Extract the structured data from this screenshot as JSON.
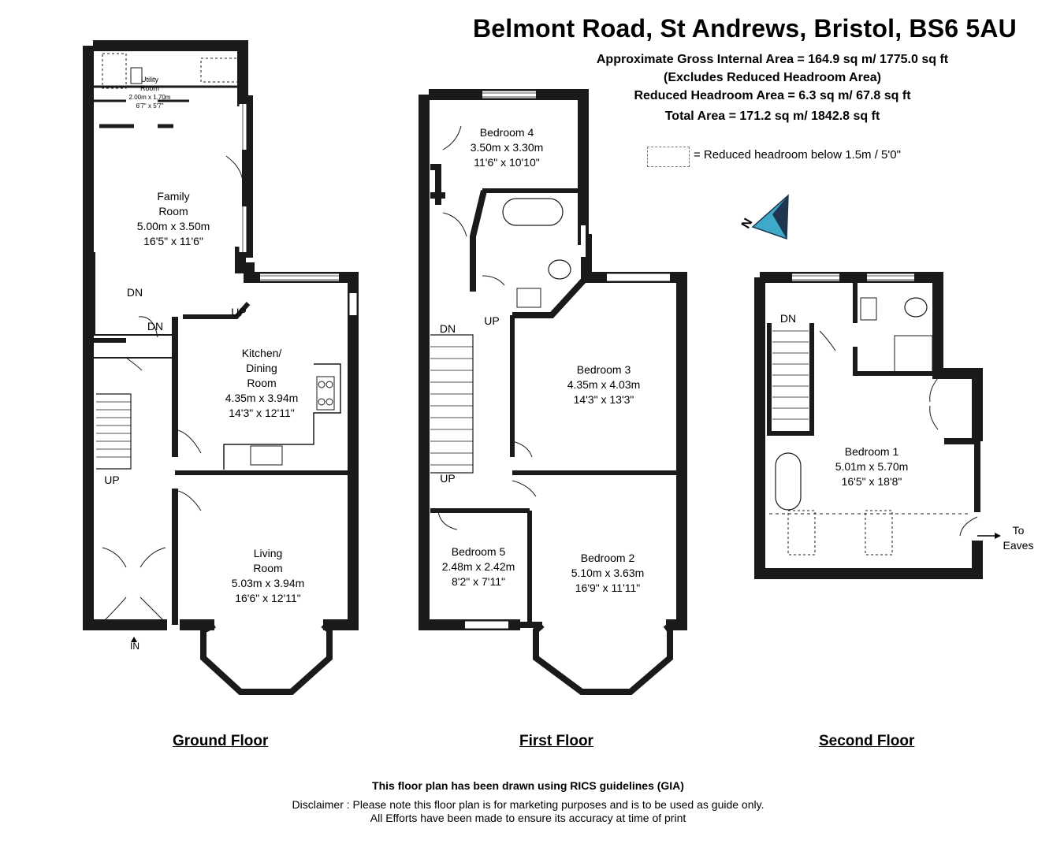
{
  "header": {
    "title": "Belmont Road, St Andrews, Bristol,  BS6 5AU",
    "gross_area": "Approximate Gross Internal Area = 164.9 sq m/ 1775.0 sq ft",
    "excludes": "(Excludes Reduced Headroom Area)",
    "reduced_area": "Reduced Headroom Area = 6.3 sq m/ 67.8 sq ft",
    "total_area": "Total Area = 171.2 sq m/ 1842.8 sq ft",
    "legend": "= Reduced headroom below 1.5m / 5'0\""
  },
  "compass": {
    "label": "N"
  },
  "ground": {
    "title": "Ground Floor",
    "utility": {
      "name1": "Utility",
      "name2": "Room",
      "metric": "2.00m x 1.70m",
      "imperial": "6'7\" x 5'7\""
    },
    "family": {
      "name1": "Family",
      "name2": "Room",
      "metric": "5.00m x 3.50m",
      "imperial": "16'5\" x 11'6\""
    },
    "kitchen": {
      "name1": "Kitchen/",
      "name2": "Dining",
      "name3": "Room",
      "metric": "4.35m x 3.94m",
      "imperial": "14'3\" x 12'11\""
    },
    "living": {
      "name1": "Living",
      "name2": "Room",
      "metric": "5.03m x 3.94m",
      "imperial": "16'6\" x 12'11\""
    },
    "labels": {
      "dn1": "DN",
      "dn2": "DN",
      "up1": "UP",
      "up2": "UP",
      "entry": "IN"
    }
  },
  "first": {
    "title": "First Floor",
    "bed4": {
      "name": "Bedroom 4",
      "metric": "3.50m x 3.30m",
      "imperial": "11'6\" x 10'10\""
    },
    "bed3": {
      "name": "Bedroom 3",
      "metric": "4.35m x 4.03m",
      "imperial": "14'3\" x 13'3\""
    },
    "bed5": {
      "name": "Bedroom 5",
      "metric": "2.48m x 2.42m",
      "imperial": "8'2\" x 7'11\""
    },
    "bed2": {
      "name": "Bedroom 2",
      "metric": "5.10m x 3.63m",
      "imperial": "16'9\" x 11'11\""
    },
    "labels": {
      "dn": "DN",
      "up1": "UP",
      "up2": "UP"
    }
  },
  "second": {
    "title": "Second Floor",
    "bed1": {
      "name": "Bedroom 1",
      "metric": "5.01m x 5.70m",
      "imperial": "16'5\" x 18'8\""
    },
    "labels": {
      "dn": "DN",
      "eaves1": "To",
      "eaves2": "Eaves"
    }
  },
  "footer": {
    "rics": "This floor plan has been drawn using RICS guidelines (GIA)",
    "disclaimer1": "Disclaimer : Please note this floor plan is for marketing purposes and is to be used as guide only.",
    "disclaimer2": "All Efforts have been made to ensure its accuracy at time of print"
  },
  "colors": {
    "wall": "#1a1a1a",
    "compass_blue": "#3fa9c9",
    "compass_dark": "#1f3550"
  }
}
